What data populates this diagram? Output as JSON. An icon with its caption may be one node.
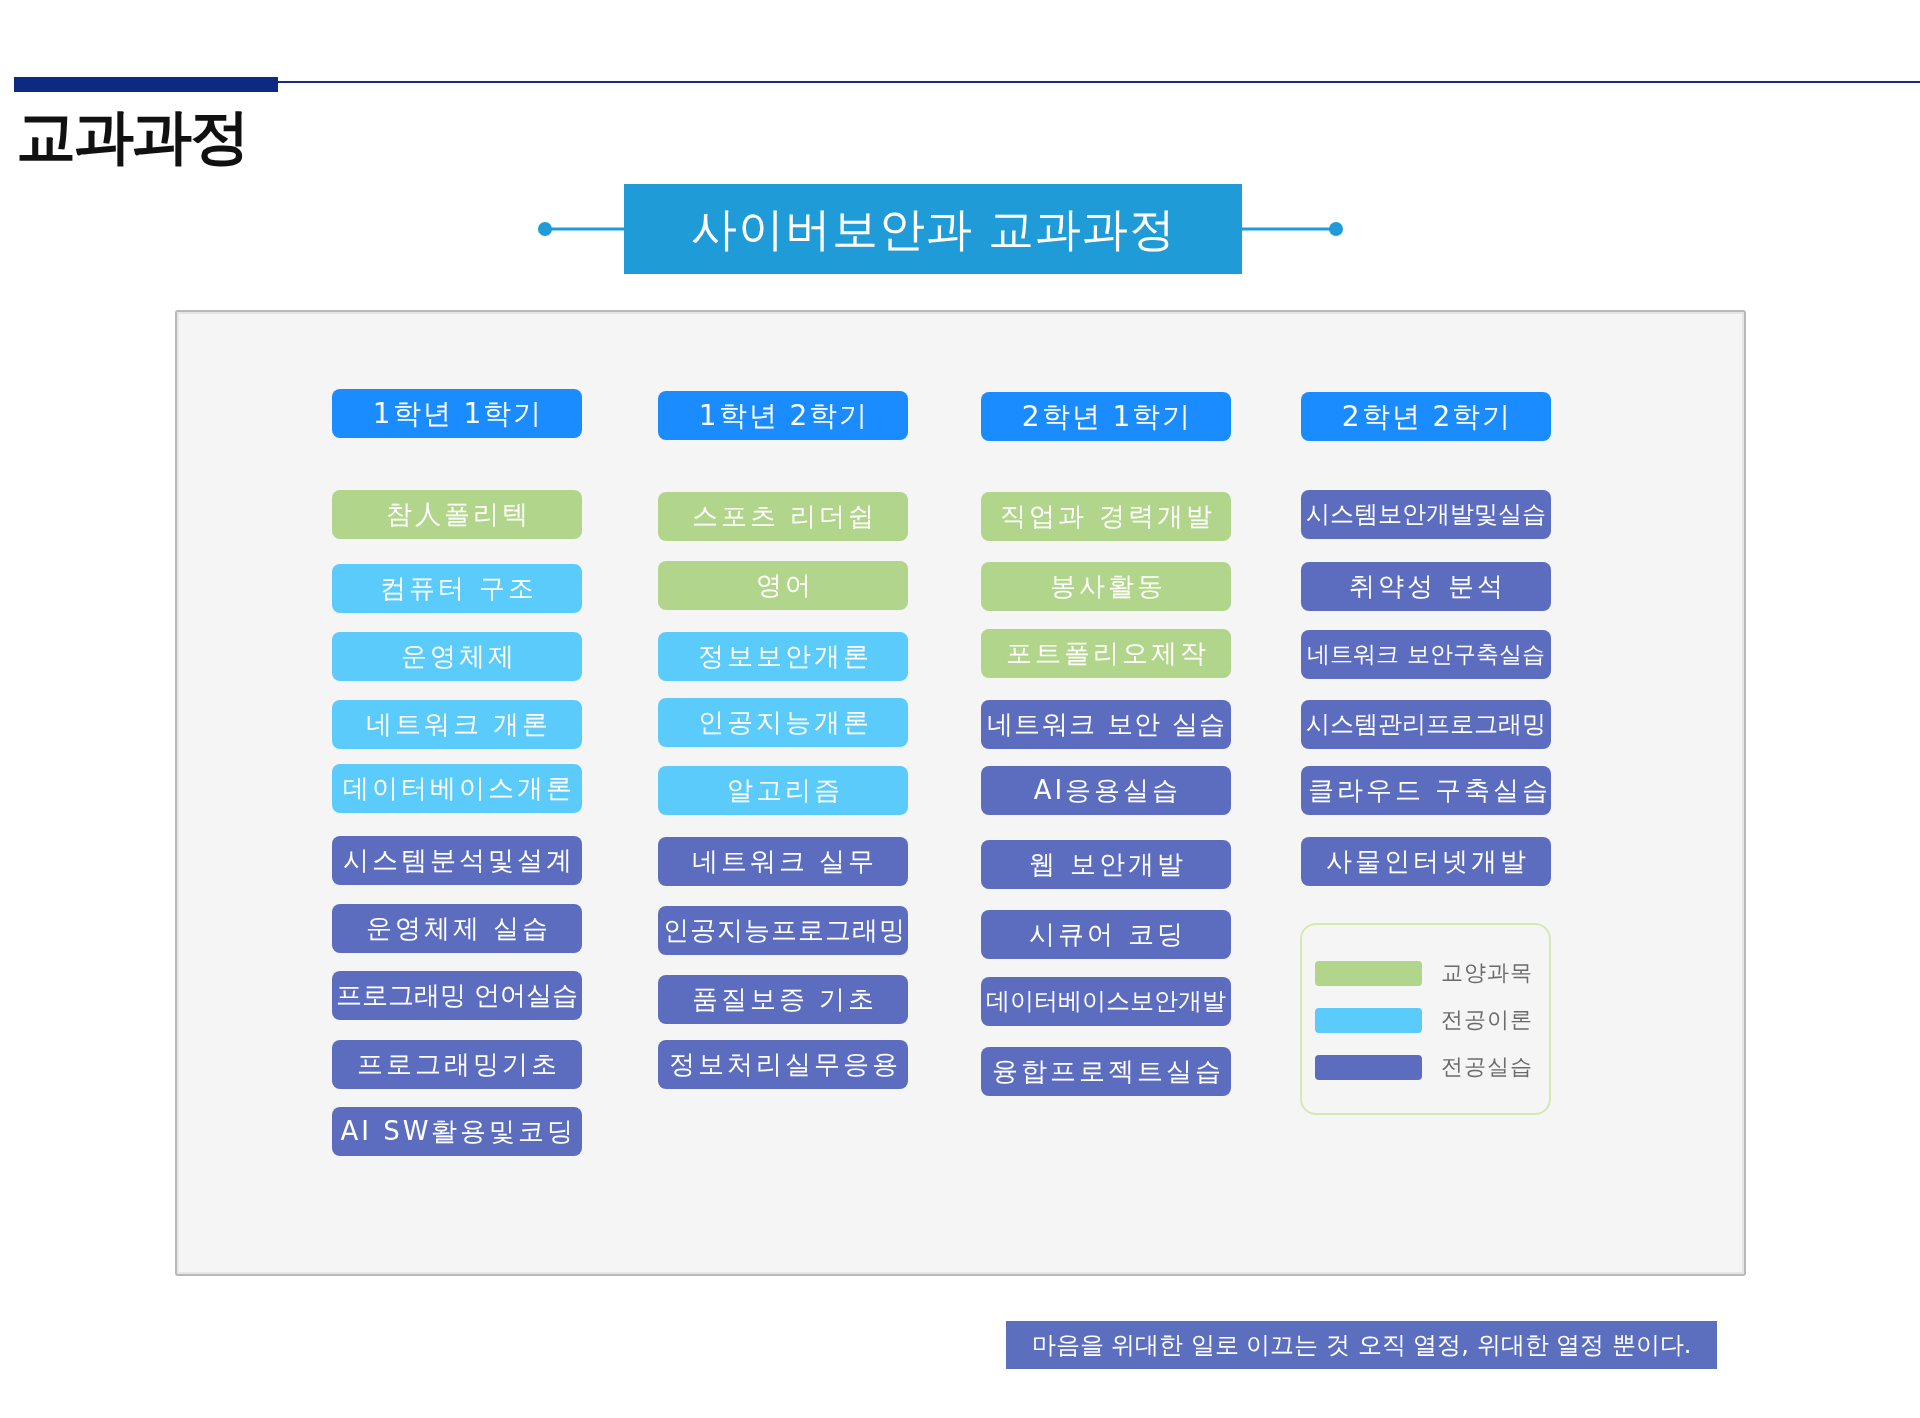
{
  "diagram": {
    "title": "교과과정",
    "nodes": [
      {
        "text": [
          "사이버보안과 교과과정"
        ]
      },
      {
        "text": [
          "1학년 1학기"
        ]
      },
      {
        "text": [
          "참人폴리텍"
        ]
      },
      {
        "text": [
          "컴퓨터 구조"
        ]
      },
      {
        "text": [
          "운영체제"
        ]
      },
      {
        "text": [
          "네트워크 개론"
        ]
      },
      {
        "text": [
          "데이터베이스개론"
        ]
      },
      {
        "text": [
          "시스템분석및설계"
        ]
      },
      {
        "text": [
          "운영체제 실습"
        ]
      },
      {
        "text": [
          "프로그래밍 언어실습"
        ]
      },
      {
        "text": [
          "프로그래밍기초"
        ]
      },
      {
        "text": [
          "AI SW활용및코딩"
        ]
      },
      {
        "text": [
          "1학년 2학기"
        ]
      },
      {
        "text": [
          "스포츠 리더쉽"
        ]
      },
      {
        "text": [
          "영어"
        ]
      },
      {
        "text": [
          "정보보안개론"
        ]
      },
      {
        "text": [
          "인공지능개론"
        ]
      },
      {
        "text": [
          "알고리즘"
        ]
      },
      {
        "text": [
          "네트워크 실무"
        ]
      },
      {
        "text": [
          "인공지능프로그래밍"
        ]
      },
      {
        "text": [
          "품질보증 기초"
        ]
      },
      {
        "text": [
          "정보처리실무응용"
        ]
      },
      {
        "text": [
          "2학년 1학기"
        ]
      },
      {
        "text": [
          "직업과 경력개발"
        ]
      },
      {
        "text": [
          "봉사활동"
        ]
      },
      {
        "text": [
          "포트폴리오제작"
        ]
      },
      {
        "text": [
          "네트워크 보안 실습"
        ]
      },
      {
        "text": [
          "AI응용실습"
        ]
      },
      {
        "text": [
          "웹 보안개발"
        ]
      },
      {
        "text": [
          "시큐어 코딩"
        ]
      },
      {
        "text": [
          "데이터베이스보안개발"
        ]
      },
      {
        "text": [
          "융합프로젝트실습"
        ]
      },
      {
        "text": [
          "2학년 2학기"
        ]
      },
      {
        "text": [
          "시스템보안개발및실습"
        ]
      },
      {
        "text": [
          "취약성 분석"
        ]
      },
      {
        "text": [
          "네트워크 보안구축실습"
        ]
      },
      {
        "text": [
          "시스템관리프로그래밍"
        ]
      },
      {
        "text": [
          "클라우드 구축실습"
        ]
      },
      {
        "text": [
          "사물인터넷개발"
        ]
      },
      {
        "text": [
          "마음을 위대한 일로 이끄는 것 오직 열정, 위대한 열정 뿐이다."
        ]
      }
    ],
    "legend": [
      {
        "text": "교양과목",
        "color": "#b1d58a"
      },
      {
        "text": "전공이론",
        "color": "#5bcbfb"
      },
      {
        "text": "전공실습",
        "color": "#5c6dbf"
      }
    ]
  }
}
